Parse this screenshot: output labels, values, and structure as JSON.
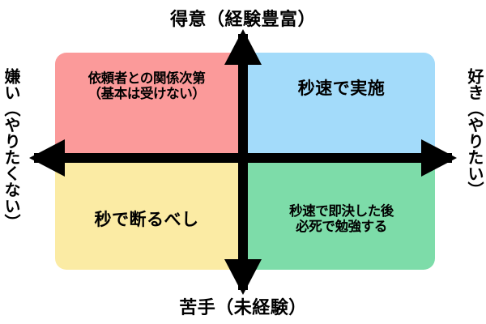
{
  "diagram": {
    "type": "2x2-matrix",
    "axes": {
      "top_label": "得意（経験豊富）",
      "bottom_label": "苦手（未経験）",
      "left_label": "嫌い（やりたくない）",
      "right_label": "好き（やりたい）",
      "vertical_axis_name": "skill-experience-axis",
      "horizontal_axis_name": "preference-axis",
      "axis_color": "#000000"
    },
    "quadrants": [
      {
        "id": "top-left",
        "label": "依頼者との関係次第\n（基本は受けない）",
        "color": "#FB9A9A",
        "meaning": "得意 × 嫌い"
      },
      {
        "id": "top-right",
        "label": "秒速で実施",
        "color": "#A3DBFA",
        "meaning": "得意 × 好き"
      },
      {
        "id": "bottom-left",
        "label": "秒で断るべし",
        "color": "#FBEBA4",
        "meaning": "苦手 × 嫌い"
      },
      {
        "id": "bottom-right",
        "label": "秒速で即決した後\n必死で勉強する",
        "color": "#7DDCA9",
        "meaning": "苦手 × 好き"
      }
    ]
  }
}
